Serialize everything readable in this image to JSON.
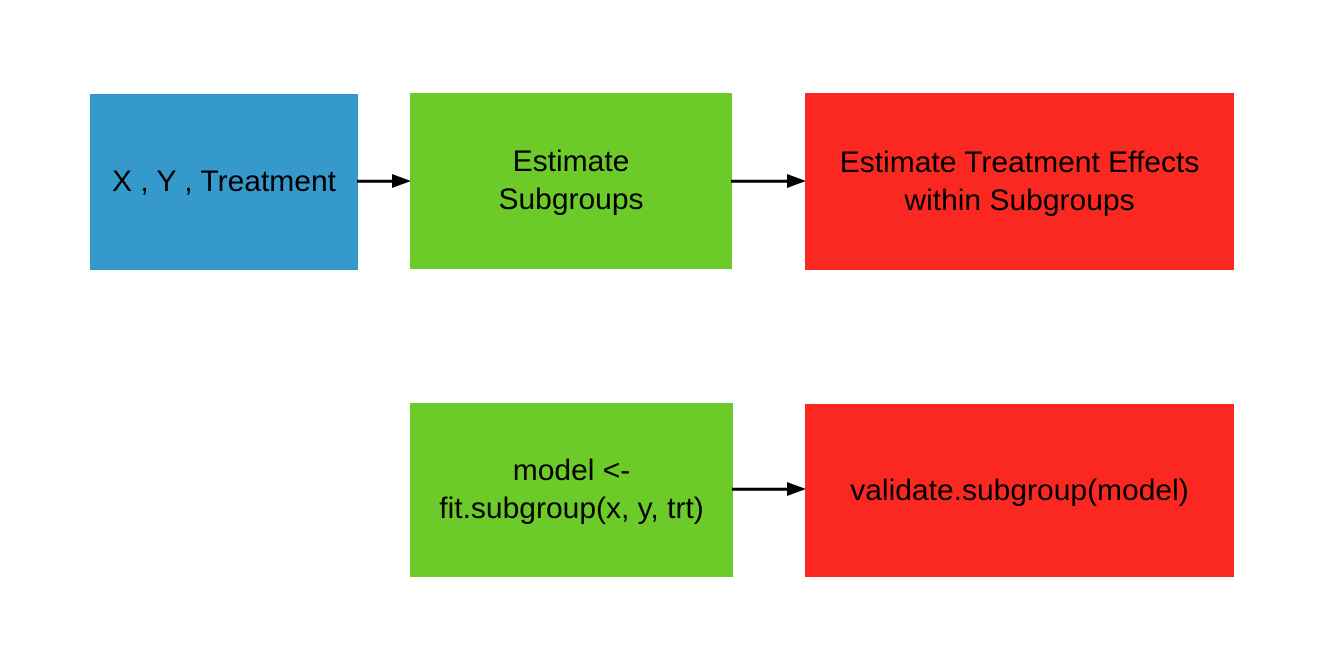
{
  "diagram": {
    "background_color": "#ffffff",
    "text_color": "#000000",
    "arrow_color": "#000000",
    "nodes": {
      "input_data": {
        "lines": [
          "X , Y , Treatment"
        ],
        "color": "#3699CB",
        "role": "data-input"
      },
      "estimate_subgroups": {
        "lines": [
          "Estimate",
          "Subgroups"
        ],
        "color": "#6CCB28",
        "role": "process-step"
      },
      "estimate_effects": {
        "lines": [
          "Estimate Treatment Effects",
          "within Subgroups"
        ],
        "color": "#FB2721",
        "role": "result-step"
      },
      "fit_model": {
        "lines": [
          "model <-",
          "fit.subgroup(x, y, trt)"
        ],
        "color": "#6CCB28",
        "role": "code-step"
      },
      "validate_model": {
        "lines": [
          "validate.subgroup(model)"
        ],
        "color": "#FB2721",
        "role": "code-result"
      }
    },
    "edges": [
      {
        "from": "input_data",
        "to": "estimate_subgroups"
      },
      {
        "from": "estimate_subgroups",
        "to": "estimate_effects"
      },
      {
        "from": "fit_model",
        "to": "validate_model"
      }
    ]
  }
}
